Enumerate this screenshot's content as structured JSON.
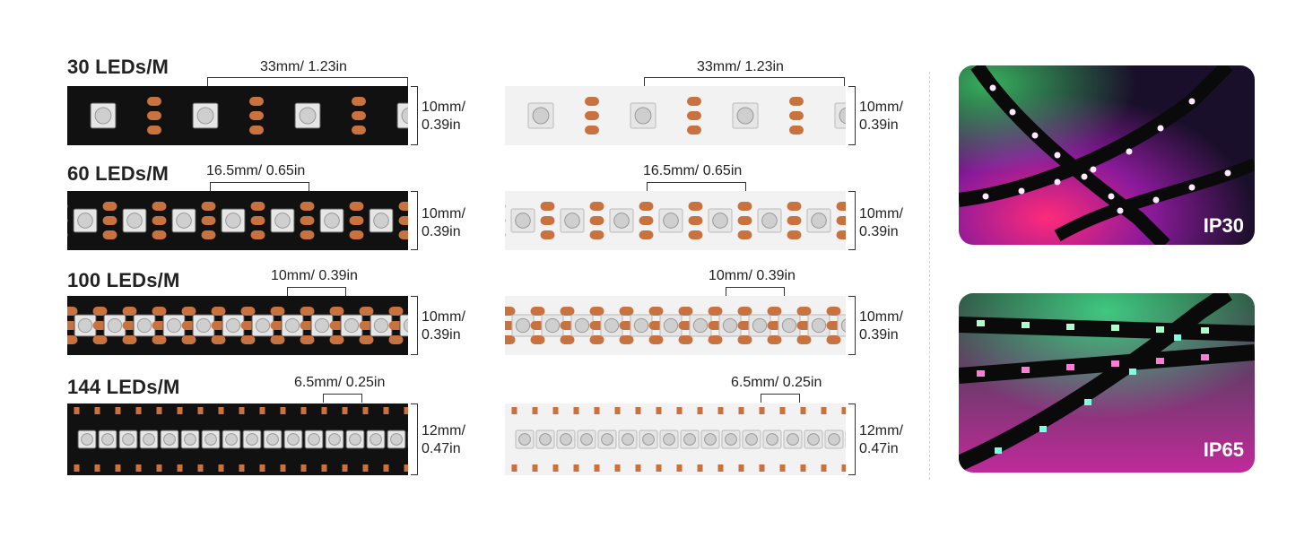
{
  "rows": [
    {
      "title": "30 LEDs/M",
      "spacing_black": "33mm/ 1.23in",
      "spacing_white": "33mm/ 1.23in",
      "height_line1": "10mm/",
      "height_line2": "0.39in"
    },
    {
      "title": "60 LEDs/M",
      "spacing_black": "16.5mm/ 0.65in",
      "spacing_white": "16.5mm/ 0.65in",
      "height_line1": "10mm/",
      "height_line2": "0.39in"
    },
    {
      "title": "100 LEDs/M",
      "spacing_black": "10mm/ 0.39in",
      "spacing_white": "10mm/ 0.39in",
      "height_line1": "10mm/",
      "height_line2": "0.39in"
    },
    {
      "title": "144 LEDs/M",
      "spacing_black": "6.5mm/ 0.25in",
      "spacing_white": "6.5mm/ 0.25in",
      "height_line1": "12mm/",
      "height_line2": "0.47in"
    }
  ],
  "photos": [
    {
      "badge": "IP30"
    },
    {
      "badge": "IP65"
    }
  ],
  "colors": {
    "pcb_black": "#111111",
    "pcb_white": "#f2f2f2",
    "copper_pad": "#c8733f",
    "led_chip": "#e6e6e6"
  }
}
